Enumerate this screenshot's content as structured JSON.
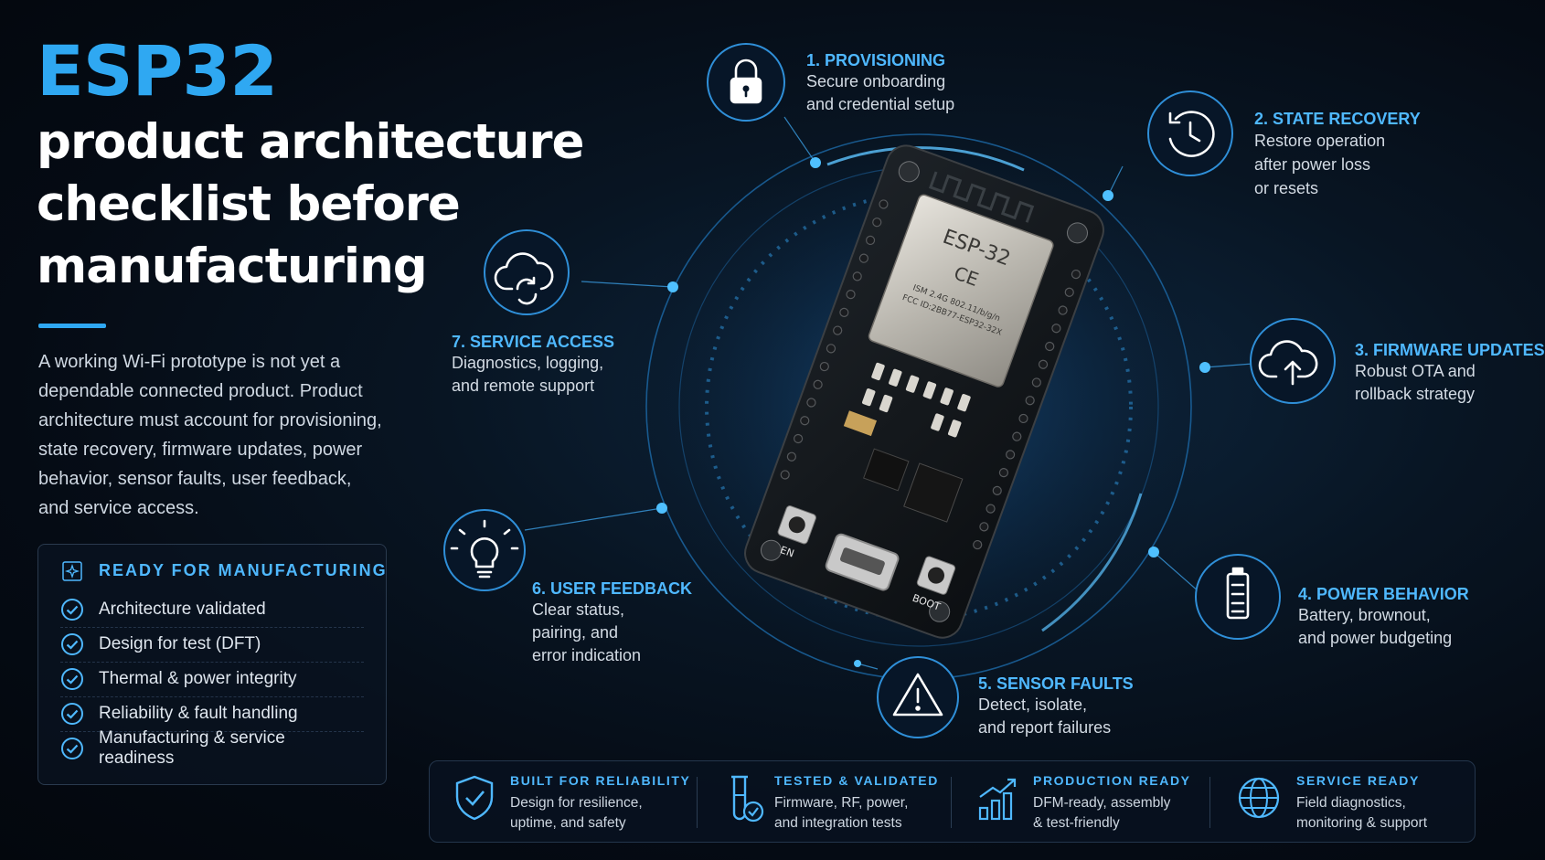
{
  "brand": "ESP32",
  "headline_lines": [
    "product architecture",
    "checklist before",
    "manufacturing"
  ],
  "intro_lines": [
    "A working Wi-Fi prototype is not yet a",
    "dependable connected product. Product",
    "architecture must account for provisioning,",
    "state recovery, firmware updates, power",
    "behavior, sensor faults, user feedback,",
    "and service access."
  ],
  "ready": {
    "title": "READY FOR MANUFACTURING",
    "items": [
      "Architecture validated",
      "Design for test (DFT)",
      "Thermal & power integrity",
      "Reliability & fault handling",
      "Manufacturing & service readiness"
    ]
  },
  "board": {
    "module_label": "ESP-32",
    "ce_mark": "CE",
    "spec_line": "ISM 2.4G 802.11/b/g/n",
    "fcc_line": "FCC ID:2BB77-ESP32-32X",
    "en_label": "EN",
    "boot_label": "BOOT"
  },
  "nodes": [
    {
      "title": "1. PROVISIONING",
      "desc": [
        "Secure onboarding",
        "and credential setup"
      ],
      "icon": "lock-icon"
    },
    {
      "title": "2. STATE RECOVERY",
      "desc": [
        "Restore operation",
        "after power loss",
        "or resets"
      ],
      "icon": "history-icon"
    },
    {
      "title": "3. FIRMWARE UPDATES",
      "desc": [
        "Robust OTA and",
        "rollback strategy"
      ],
      "icon": "cloud-upload-icon"
    },
    {
      "title": "4. POWER BEHAVIOR",
      "desc": [
        "Battery, brownout,",
        "and power budgeting"
      ],
      "icon": "battery-icon"
    },
    {
      "title": "5. SENSOR FAULTS",
      "desc": [
        "Detect, isolate,",
        "and report failures"
      ],
      "icon": "warning-icon"
    },
    {
      "title": "6. USER FEEDBACK",
      "desc": [
        "Clear status,",
        "pairing, and",
        "error indication"
      ],
      "icon": "lightbulb-icon"
    },
    {
      "title": "7. SERVICE ACCESS",
      "desc": [
        "Diagnostics, logging,",
        "and remote support"
      ],
      "icon": "cloud-sync-icon"
    }
  ],
  "features": [
    {
      "title": "BUILT FOR RELIABILITY",
      "desc": [
        "Design for resilience,",
        "uptime, and safety"
      ],
      "icon": "shield-check-icon"
    },
    {
      "title": "TESTED & VALIDATED",
      "desc": [
        "Firmware, RF, power,",
        "and integration tests"
      ],
      "icon": "test-tube-icon"
    },
    {
      "title": "PRODUCTION READY",
      "desc": [
        "DFM-ready, assembly",
        "& test-friendly"
      ],
      "icon": "growth-chart-icon"
    },
    {
      "title": "SERVICE READY",
      "desc": [
        "Field diagnostics,",
        "monitoring & support"
      ],
      "icon": "globe-icon"
    }
  ],
  "colors": {
    "accent": "#2fa8f2",
    "accent_light": "#4fb8ff",
    "background": "#050b14",
    "ring": "#1e6fb0"
  }
}
